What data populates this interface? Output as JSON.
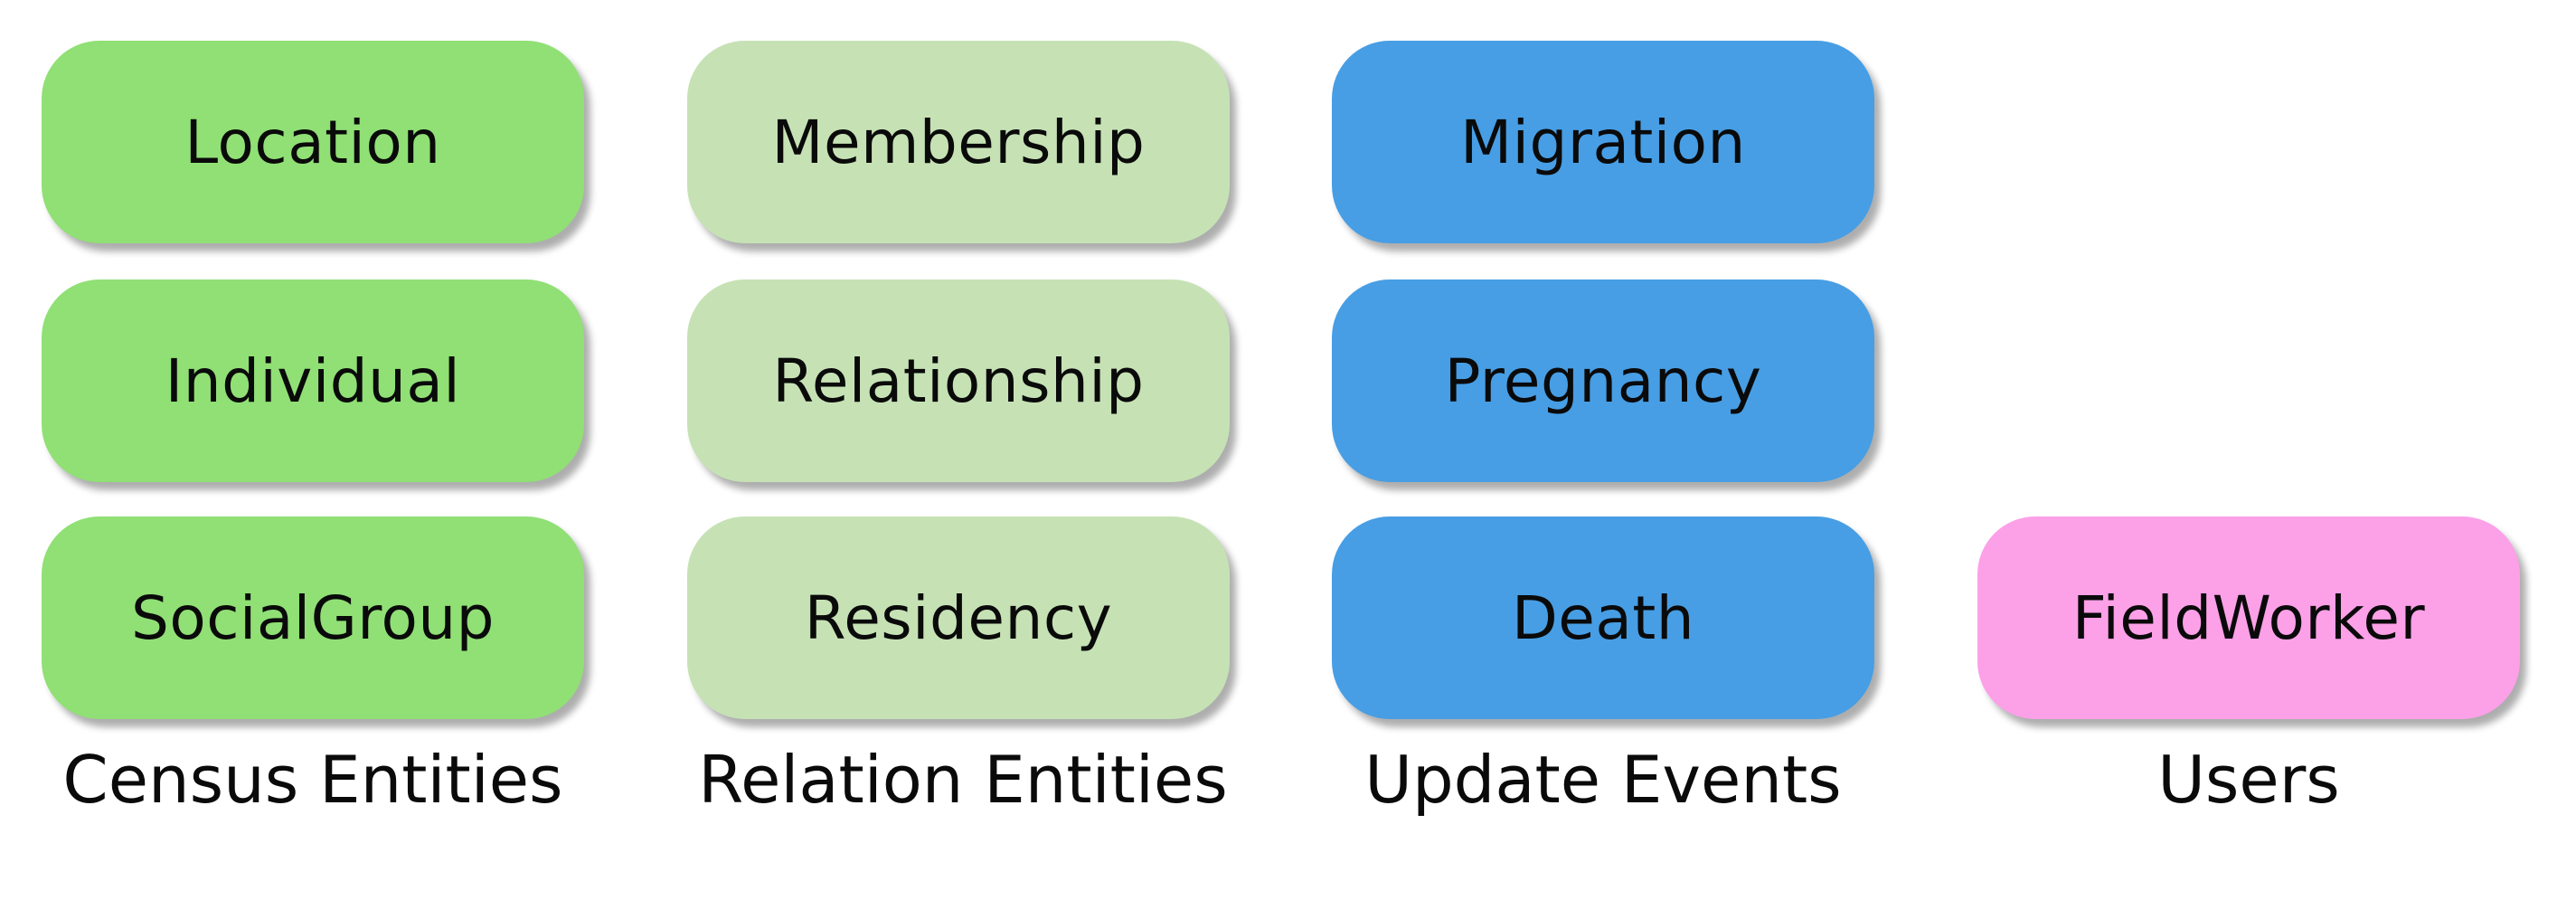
{
  "colors": {
    "census": "#90e075",
    "relation": "#c6e2b5",
    "update": "#479ee4",
    "users": "#fca0e8"
  },
  "columns": [
    {
      "label": "Census Entities",
      "color_key": "census",
      "boxes": [
        "Location",
        "Individual",
        "SocialGroup"
      ]
    },
    {
      "label": "Relation Entities",
      "color_key": "relation",
      "boxes": [
        "Membership",
        "Relationship",
        "Residency"
      ]
    },
    {
      "label": "Update Events",
      "color_key": "update",
      "boxes": [
        "Migration",
        "Pregnancy",
        "Death"
      ]
    },
    {
      "label": "Users",
      "color_key": "users",
      "boxes": [
        "FieldWorker"
      ]
    }
  ]
}
